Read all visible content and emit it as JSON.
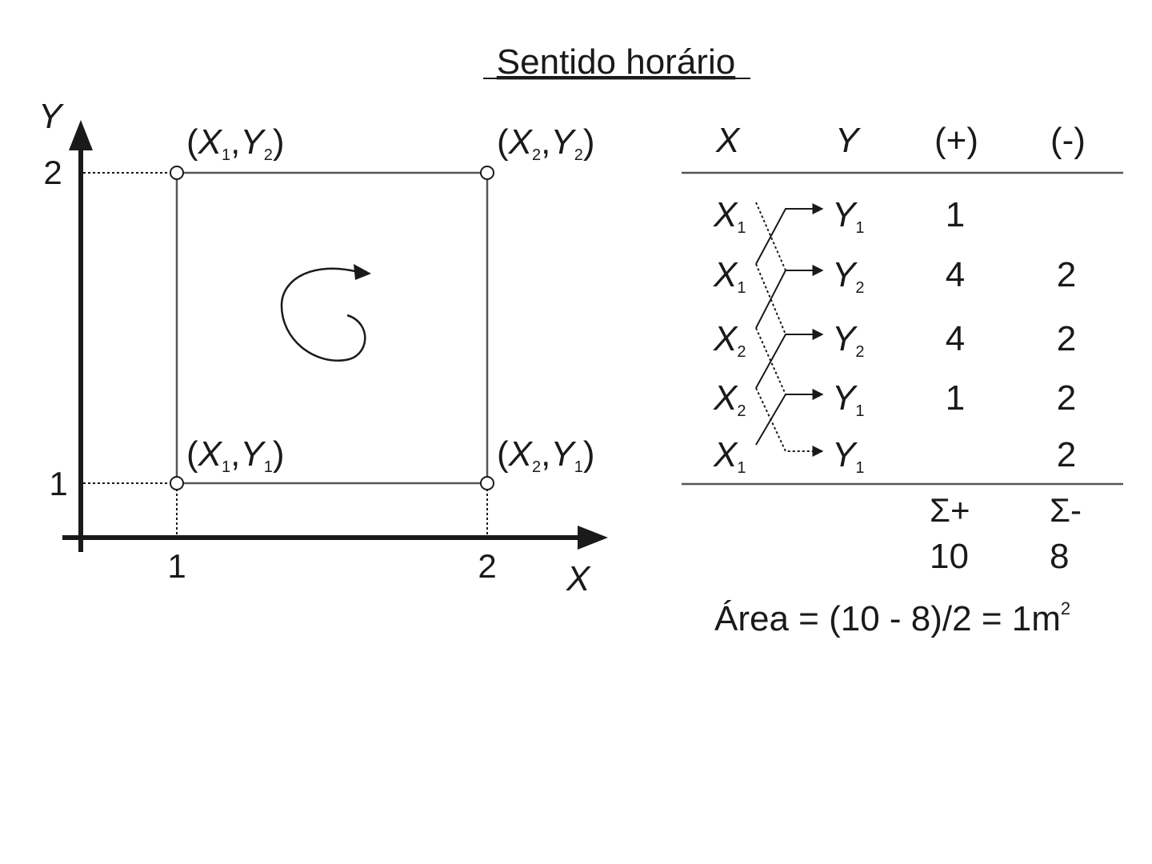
{
  "title": "Sentido horário",
  "plot": {
    "x_axis_label": "X",
    "y_axis_label": "Y",
    "x_ticks": [
      "1",
      "2"
    ],
    "y_ticks": [
      "1",
      "2"
    ],
    "points": [
      {
        "id": "x1y2",
        "label": "(X1,Y2)",
        "var_a": "X",
        "sub_a": "1",
        "var_b": "Y",
        "sub_b": "2",
        "x": 1,
        "y": 2
      },
      {
        "id": "x2y2",
        "label": "(X2,Y2)",
        "var_a": "X",
        "sub_a": "2",
        "var_b": "Y",
        "sub_b": "2",
        "x": 2,
        "y": 2
      },
      {
        "id": "x1y1",
        "label": "(X1,Y1)",
        "var_a": "X",
        "sub_a": "1",
        "var_b": "Y",
        "sub_b": "1",
        "x": 1,
        "y": 1
      },
      {
        "id": "x2y1",
        "label": "(X2,Y1)",
        "var_a": "X",
        "sub_a": "2",
        "var_b": "Y",
        "sub_b": "1",
        "x": 2,
        "y": 1
      }
    ],
    "rotation_icon": "clockwise-arrow-icon"
  },
  "table": {
    "headers": {
      "x": "X",
      "y": "Y",
      "plus": "(+)",
      "minus": "(-)"
    },
    "rows": [
      {
        "x_var": "X",
        "x_sub": "1",
        "y_var": "Y",
        "y_sub": "1",
        "plus": "1",
        "minus": ""
      },
      {
        "x_var": "X",
        "x_sub": "1",
        "y_var": "Y",
        "y_sub": "2",
        "plus": "4",
        "minus": "2"
      },
      {
        "x_var": "X",
        "x_sub": "2",
        "y_var": "Y",
        "y_sub": "2",
        "plus": "4",
        "minus": "2"
      },
      {
        "x_var": "X",
        "x_sub": "2",
        "y_var": "Y",
        "y_sub": "1",
        "plus": "1",
        "minus": "2"
      },
      {
        "x_var": "X",
        "x_sub": "1",
        "y_var": "Y",
        "y_sub": "1",
        "plus": "",
        "minus": "2"
      }
    ],
    "sum_plus_label": "Σ+",
    "sum_minus_label": "Σ-",
    "sum_plus": "10",
    "sum_minus": "8"
  },
  "formula": {
    "text": "Área = (10 - 8)/2 = 1m",
    "superscript": "2"
  },
  "colors": {
    "ink": "#1a1a1a",
    "frame": "#555555"
  }
}
